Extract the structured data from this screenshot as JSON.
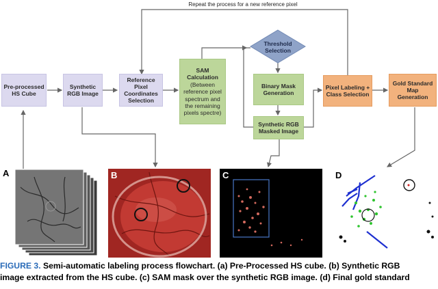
{
  "loop_label": "Repeat the process for a new reference pixel",
  "nodes": {
    "hs_cube": "Pre-processed HS Cube",
    "synthetic_rgb": "Synthetic RGB Image",
    "reference_pixel": "Reference Pixel Coordinates Selection",
    "sam_title": "SAM Calculation",
    "sam_body": "(Between reference pixel spectrum and the remaining pixels spectre)",
    "threshold": "Threshold Selection",
    "binary_mask": "Binary Mask Generation",
    "masked_image": "Synthetic RGB Masked Image",
    "pixel_labeling": "Pixel Labeling + Class Selection",
    "gold_standard": "Gold Standard Map Generation"
  },
  "panels": {
    "a": "A",
    "b": "B",
    "c": "C",
    "d": "D"
  },
  "caption": {
    "figure_label": "FIGURE 3.",
    "line1_rest": "Semi-automatic labeling process flowchart. (a) Pre-Processed HS cube. (b) Synthetic RGB",
    "line2": "image extracted from the HS cube. (c) SAM mask over the synthetic RGB image. (d) Final gold standard"
  },
  "colors": {
    "lavender_box": "#dcd9ef",
    "green_box": "#bcd69a",
    "orange_box": "#f2b27d",
    "threshold_diamond": "#8fa3c8",
    "arrow": "#666666",
    "figure_label": "#2a6bb8"
  }
}
